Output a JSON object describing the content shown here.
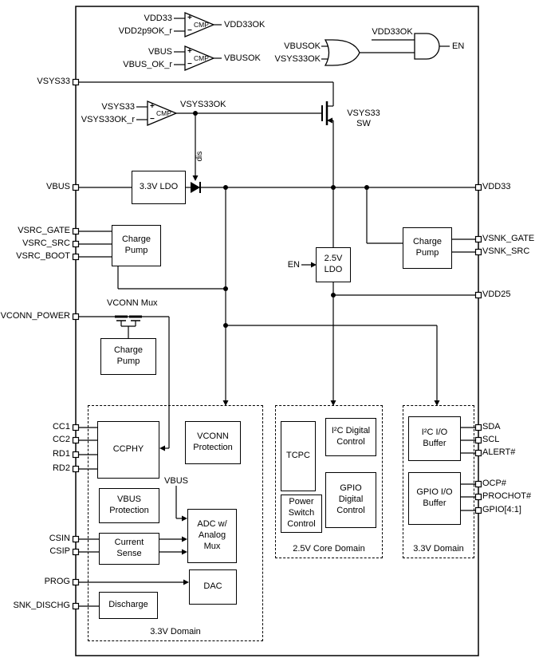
{
  "comparators": {
    "cmp1": {
      "name": "CMP",
      "plus": "+",
      "minus": "−",
      "in_plus": "VDD33",
      "in_minus": "VDD2p9OK_r",
      "out": "VDD33OK"
    },
    "cmp2": {
      "name": "CMP",
      "plus": "+",
      "minus": "−",
      "in_plus": "VBUS",
      "in_minus": "VBUS_OK_r",
      "out": "VBUSOK"
    },
    "cmp3": {
      "name": "CMP",
      "plus": "+",
      "minus": "−",
      "in_plus": "VSYS33",
      "in_minus": "VSYS33OK_r",
      "out": "VSYS33OK"
    }
  },
  "logic": {
    "or_in_top": "VBUSOK",
    "or_in_bottom": "VSYS33OK",
    "and_in_top": "VDD33OK",
    "out": "EN"
  },
  "power": {
    "vsys33_switch": "VSYS33\nSW",
    "disable": "dis",
    "ldo33": "3.3V LDO",
    "ldo25": "2.5V\nLDO",
    "ldo25_en": "EN",
    "charge_pump_source": "Charge\nPump",
    "charge_pump_sink": "Charge\nPump",
    "vconn_mux": "VCONN Mux",
    "charge_pump_vconn": "Charge\nPump"
  },
  "domain_33_left": {
    "label": "3.3V Domain",
    "ccphy": "CCPHY",
    "vconn_protection": "VCONN\nProtection",
    "vbus_protection": "VBUS\nProtection",
    "vbus_net": "VBUS",
    "adc": "ADC w/\nAnalog\nMux",
    "current_sense": "Current\nSense",
    "dac": "DAC",
    "discharge": "Discharge"
  },
  "domain_25_core": {
    "label": "2.5V Core Domain",
    "tcpc": "TCPC",
    "i2c_digital": "I²C Digital\nControl",
    "gpio_digital": "GPIO\nDigital\nControl",
    "power_switch": "Power\nSwitch\nControl"
  },
  "domain_33_right": {
    "label": "3.3V Domain",
    "i2c_io": "I²C I/O\nBuffer",
    "gpio_io": "GPIO I/O\nBuffer"
  },
  "pins_left": [
    {
      "name": "VSYS33"
    },
    {
      "name": "VBUS"
    },
    {
      "name": "VSRC_GATE"
    },
    {
      "name": "VSRC_SRC"
    },
    {
      "name": "VSRC_BOOT"
    },
    {
      "name": "VCONN_POWER"
    },
    {
      "name": "CC1"
    },
    {
      "name": "CC2"
    },
    {
      "name": "RD1"
    },
    {
      "name": "RD2"
    },
    {
      "name": "CSIN"
    },
    {
      "name": "CSIP"
    },
    {
      "name": "PROG"
    },
    {
      "name": "SNK_DISCHG"
    }
  ],
  "pins_right": [
    {
      "name": "VDD33"
    },
    {
      "name": "VSNK_GATE"
    },
    {
      "name": "VSNK_SRC"
    },
    {
      "name": "VDD25"
    },
    {
      "name": "SDA"
    },
    {
      "name": "SCL"
    },
    {
      "name": "ALERT#"
    },
    {
      "name": "OCP#"
    },
    {
      "name": "PROCHOT#"
    },
    {
      "name": "GPIO[4:1]"
    }
  ]
}
